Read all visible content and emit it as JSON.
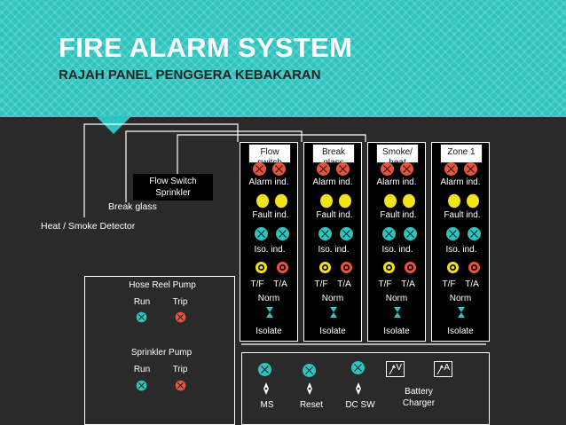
{
  "header": {
    "title": "FIRE ALARM SYSTEM",
    "subtitle": "RAJAH PANEL PENGGERA KEBAKARAN"
  },
  "detectors": {
    "flow_switch": "Flow Switch Sprinkler",
    "break_glass": "Break glass",
    "heat_smoke": "Heat / Smoke Detector"
  },
  "row_labels": {
    "alarm": "Alarm ind.",
    "fault": "Fault ind.",
    "iso": "Iso. ind.",
    "tf": "T/F",
    "ta": "T/A",
    "norm": "Norm",
    "isolate": "Isolate"
  },
  "zones": [
    {
      "name": "Flow switch"
    },
    {
      "name": "Break glass"
    },
    {
      "name": "Smoke/ heat"
    },
    {
      "name": "Zone 1"
    }
  ],
  "hose_reel": {
    "title": "Hose Reel Pump",
    "run": "Run",
    "trip": "Trip"
  },
  "sprinkler": {
    "title": "Sprinkler Pump",
    "run": "Run",
    "trip": "Trip"
  },
  "controls": {
    "ms": "MS",
    "reset": "Reset",
    "dcsw": "DC SW",
    "battery": "Battery Charger",
    "volt": "V",
    "amp": "A"
  },
  "colors": {
    "header_teal": "#2ec4bf",
    "panel_bg": "#2a2a2a",
    "alarm_red": "#e8543c",
    "fault_yellow": "#f2e21a",
    "iso_teal": "#2ec4bf",
    "tf_yellow": "#f2e21a",
    "ta_red": "#e8543c"
  }
}
